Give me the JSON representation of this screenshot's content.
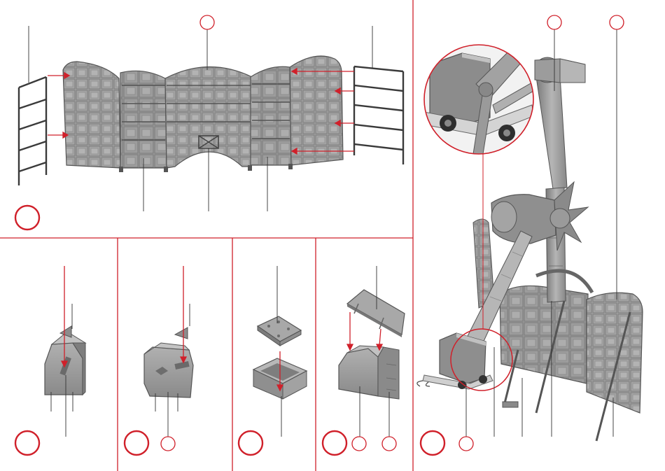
{
  "sheet": {
    "accent": "#d0202a",
    "line": "#333333",
    "part_fill": "#9a9a9a",
    "part_dark": "#6e6e6e",
    "part_light": "#c4c4c4",
    "icons": [
      "fence-panel-icon",
      "ladder-frame-icon",
      "vent-box-icon",
      "tray-box-icon",
      "lid-plate-icon",
      "ride-tower-icon",
      "tractor-unit-icon",
      "detail-magnifier-icon"
    ]
  },
  "steps": [
    {
      "id": "step-1",
      "number": "",
      "parts": []
    },
    {
      "id": "step-2",
      "number": "",
      "parts": []
    },
    {
      "id": "step-3",
      "number": "",
      "parts": []
    },
    {
      "id": "step-4",
      "number": "",
      "parts": []
    },
    {
      "id": "step-5",
      "number": "",
      "parts": []
    },
    {
      "id": "step-6",
      "number": "",
      "parts": []
    }
  ]
}
